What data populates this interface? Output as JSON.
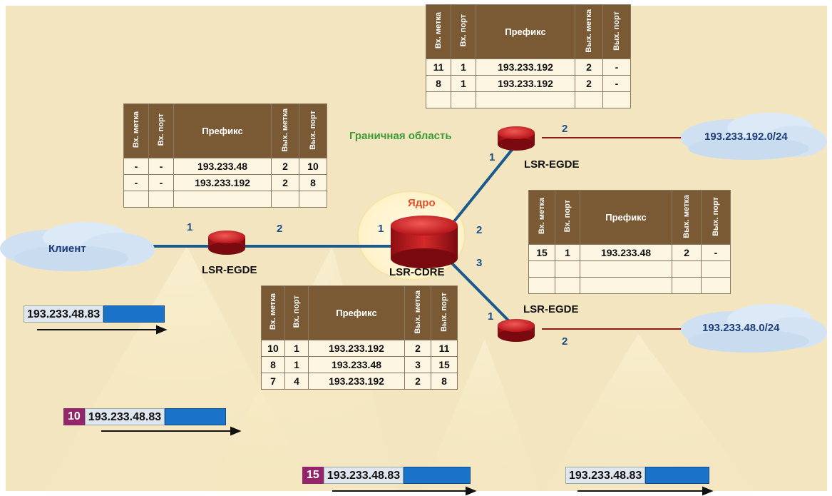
{
  "diagram": {
    "zone_core": "Ядро",
    "zone_edge": "Граничная область",
    "colors": {
      "background": "#f2e5c0",
      "router": "#c4121a",
      "link_blue": "#1b5a8c",
      "link_red": "#8c1a1a",
      "table_header": "#7a5a34",
      "label_purple": "#93256b",
      "packet_bar": "#1a73c9"
    }
  },
  "clouds": {
    "client": "Клиент",
    "net_top": "193.233.192.0/24",
    "net_bottom": "193.233.48.0/24"
  },
  "routers": {
    "left": {
      "name": "LSR-EGDE",
      "port_in": "1",
      "port_out": "2"
    },
    "core": {
      "name": "LSR-CDRE",
      "port_left": "1",
      "port_top": "2",
      "port_bottom": "3"
    },
    "top": {
      "name": "LSR-EGDE",
      "port_in": "1",
      "port_out": "2"
    },
    "bottom": {
      "name": "LSR-EGDE",
      "port_in": "1",
      "port_out": "2"
    }
  },
  "table_headers": [
    "Вх. метка",
    "Вх. порт",
    "Префикс",
    "Вых. метка",
    "Вых. порт"
  ],
  "tables": {
    "left": {
      "rows": [
        [
          "-",
          "-",
          "193.233.48",
          "2",
          "10"
        ],
        [
          "-",
          "-",
          "193.233.192",
          "2",
          "8"
        ],
        [
          "",
          "",
          "",
          "",
          ""
        ]
      ]
    },
    "top": {
      "rows": [
        [
          "11",
          "1",
          "193.233.192",
          "2",
          "-"
        ],
        [
          "8",
          "1",
          "193.233.192",
          "2",
          "-"
        ],
        [
          "",
          "",
          "",
          "",
          ""
        ]
      ]
    },
    "core": {
      "rows": [
        [
          "10",
          "1",
          "193.233.192",
          "2",
          "11"
        ],
        [
          "8",
          "1",
          "193.233.48",
          "3",
          "15"
        ],
        [
          "7",
          "4",
          "193.233.192",
          "2",
          "8"
        ]
      ]
    },
    "right": {
      "rows": [
        [
          "15",
          "1",
          "193.233.48",
          "2",
          "-"
        ],
        [
          "",
          "",
          "",
          "",
          ""
        ],
        [
          "",
          "",
          "",
          "",
          ""
        ]
      ]
    }
  },
  "packets": [
    {
      "label": "",
      "address": "193.233.48.83"
    },
    {
      "label": "10",
      "address": "193.233.48.83"
    },
    {
      "label": "15",
      "address": "193.233.48.83"
    },
    {
      "label": "",
      "address": "193.233.48.83"
    }
  ]
}
